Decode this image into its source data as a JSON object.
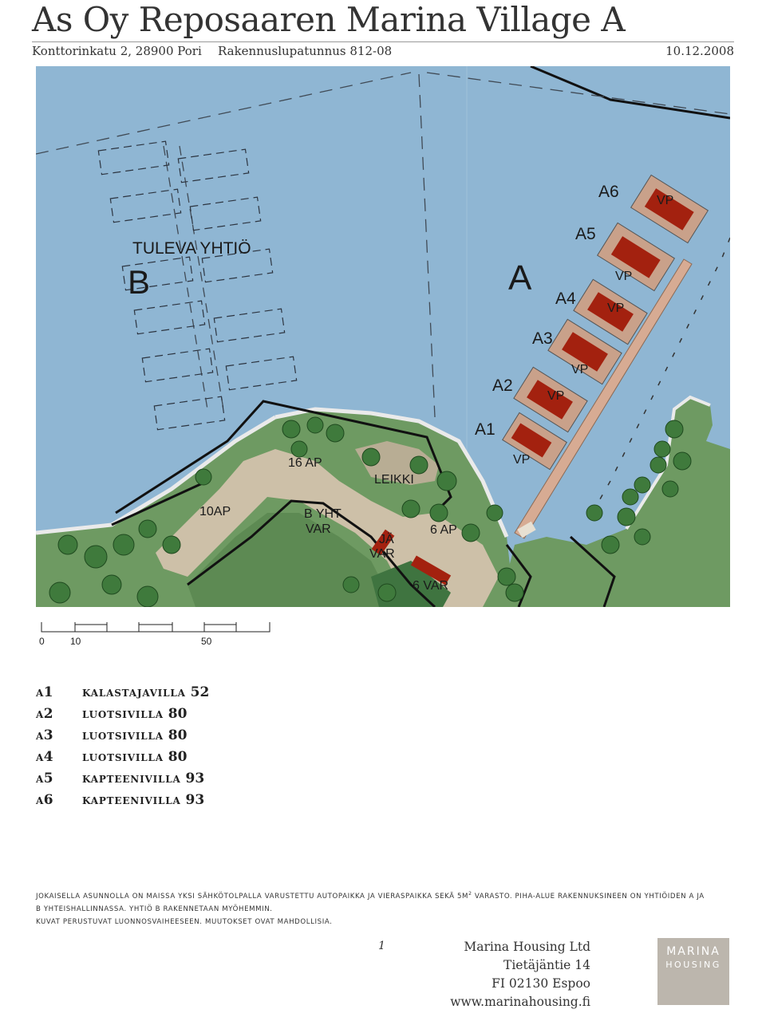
{
  "header": {
    "title": "As Oy Reposaaren Marina Village A",
    "address": "Konttorinkatu 2, 28900 Pori",
    "permit": "Rakennuslupatunnus 812-08",
    "date": "10.12.2008"
  },
  "map": {
    "labels": {
      "tuleva_yhtio": "TULEVA YHTIÖ",
      "block_b": "B",
      "block_a": "A",
      "a1": "A1",
      "a2": "A2",
      "a3": "A3",
      "a4": "A4",
      "a5": "A5",
      "a6": "A6",
      "vp": "VP",
      "ap16": "16 AP",
      "ap10": "10AP",
      "leikki": "LEIKKI",
      "b_yht": "B YHT.",
      "var": "VAR",
      "ja": "JÄ",
      "ap6": "6 AP",
      "var6": "6 VAR"
    },
    "colors": {
      "water": "#8fb6d3",
      "land": "#6e9a62",
      "road": "#cdc0a8",
      "house_base": "#c9a18a",
      "roof": "#a3210f",
      "pier": "#d7ab93"
    }
  },
  "scale": {
    "ticks": [
      "0",
      "10",
      "50"
    ]
  },
  "legend": [
    {
      "code": "a1",
      "name": "kalastajavilla",
      "size": "52"
    },
    {
      "code": "a2",
      "name": "luotsivilla",
      "size": "80"
    },
    {
      "code": "a3",
      "name": "luotsivilla",
      "size": "80"
    },
    {
      "code": "a4",
      "name": "luotsivilla",
      "size": "80"
    },
    {
      "code": "a5",
      "name": "kapteenivilla",
      "size": "93"
    },
    {
      "code": "a6",
      "name": "kapteenivilla",
      "size": "93"
    }
  ],
  "notes": {
    "line1_a": "jokaisella asunnolla on maissa yksi sähkötolpalla varustettu autopaikka ja vieraspaikka sekä 5m",
    "line1_sup": "2",
    "line1_b": " varasto. piha-alue rakennuksineen on yhtiöiden a ja",
    "line2": "b yhteishallinnassa. yhtiö b rakennetaan myöhemmin.",
    "line3": "kuvat perustuvat luonnosvaiheeseen. muutokset ovat mahdollisia."
  },
  "footer": {
    "page_number": "1",
    "company": "Marina Housing Ltd",
    "street": "Tietäjäntie 14",
    "postal": "FI 02130 Espoo",
    "web": "www.marinahousing.fi",
    "logo_line1": "MARINA",
    "logo_line2": "HOUSING"
  }
}
